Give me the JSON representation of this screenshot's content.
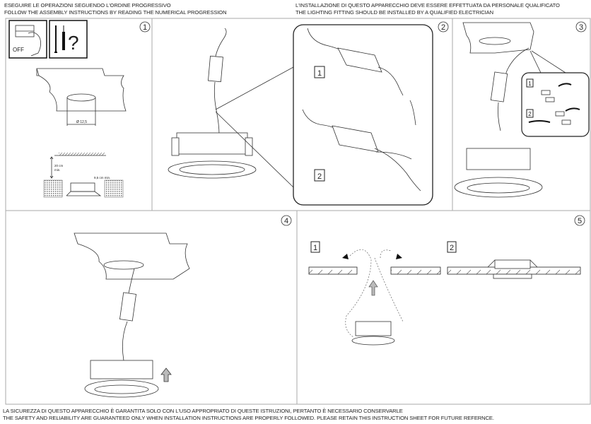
{
  "header": {
    "left": [
      "ESEGUIRE LE OPERAZIONI SEGUENDO L'ORDINE PROGRESSIVO",
      "FOLLOW THE ASSEMBLY INSTRUCTIONS BY READING THE NUMERICAL PROGRESSION"
    ],
    "right": [
      "L'INSTALLAZIONE DI QUESTO APPARECCHIO DEVE ESSERE EFFETTUATA DA PERSONALE QUALIFICATO",
      "THE LIGHTING FITTING SHOULD BE INSTALLED BY A QUALIFIED ELECTRICIAN"
    ]
  },
  "footer": [
    "LA SICUREZZA DI QUESTO APPARECCHIO È GARANTITA SOLO CON L'USO APPROPRIATO DI QUESTE ISTRUZIONI, PERTANTO È NECESSARIO CONSERVARLE",
    "THE SAFETY AND RELIABILITY ARE GUARANTEED ONLY WHEN INSTALLATION INSTRUCTIONS ARE PROPERLY FOLLOWED. PLEASE RETAIN THIS INSTRUCTION SHEET FOR FUTURE REFERNCE."
  ],
  "steps": [
    "1",
    "2",
    "3",
    "4",
    "5"
  ],
  "step1": {
    "off_label": "OFF",
    "question": "?",
    "diameter": "Ø 12,5",
    "height_min": [
      "20 cm",
      "min."
    ],
    "spacing_min": "9,5 cm min."
  },
  "substeps": [
    "1",
    "2"
  ]
}
